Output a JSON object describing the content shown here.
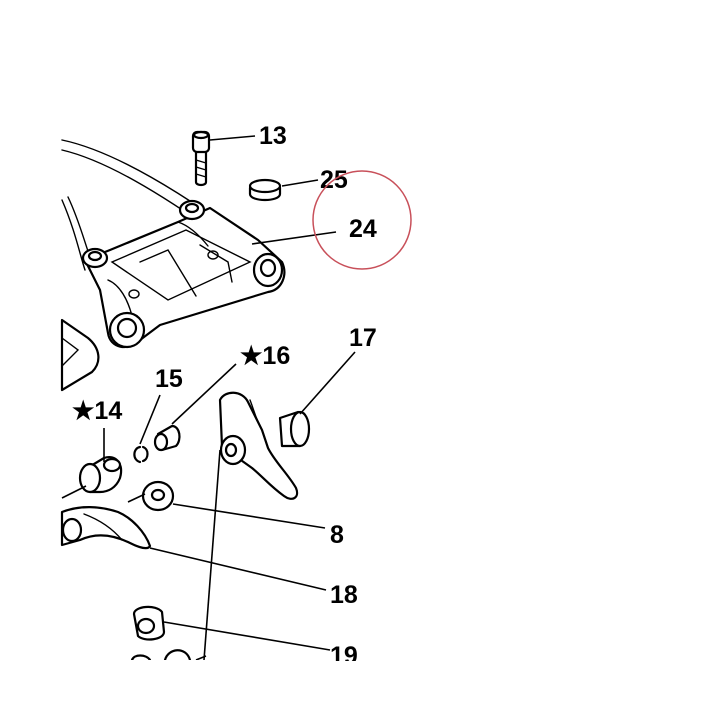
{
  "callouts": {
    "c13": "13",
    "c25": "25",
    "c24": "24",
    "c17": "17",
    "c16": "★16",
    "c15": "15",
    "c14": "★14",
    "c8": "8",
    "c18": "18",
    "c19": "19"
  },
  "highlight": {
    "color": "#c8505a",
    "target": "24"
  }
}
